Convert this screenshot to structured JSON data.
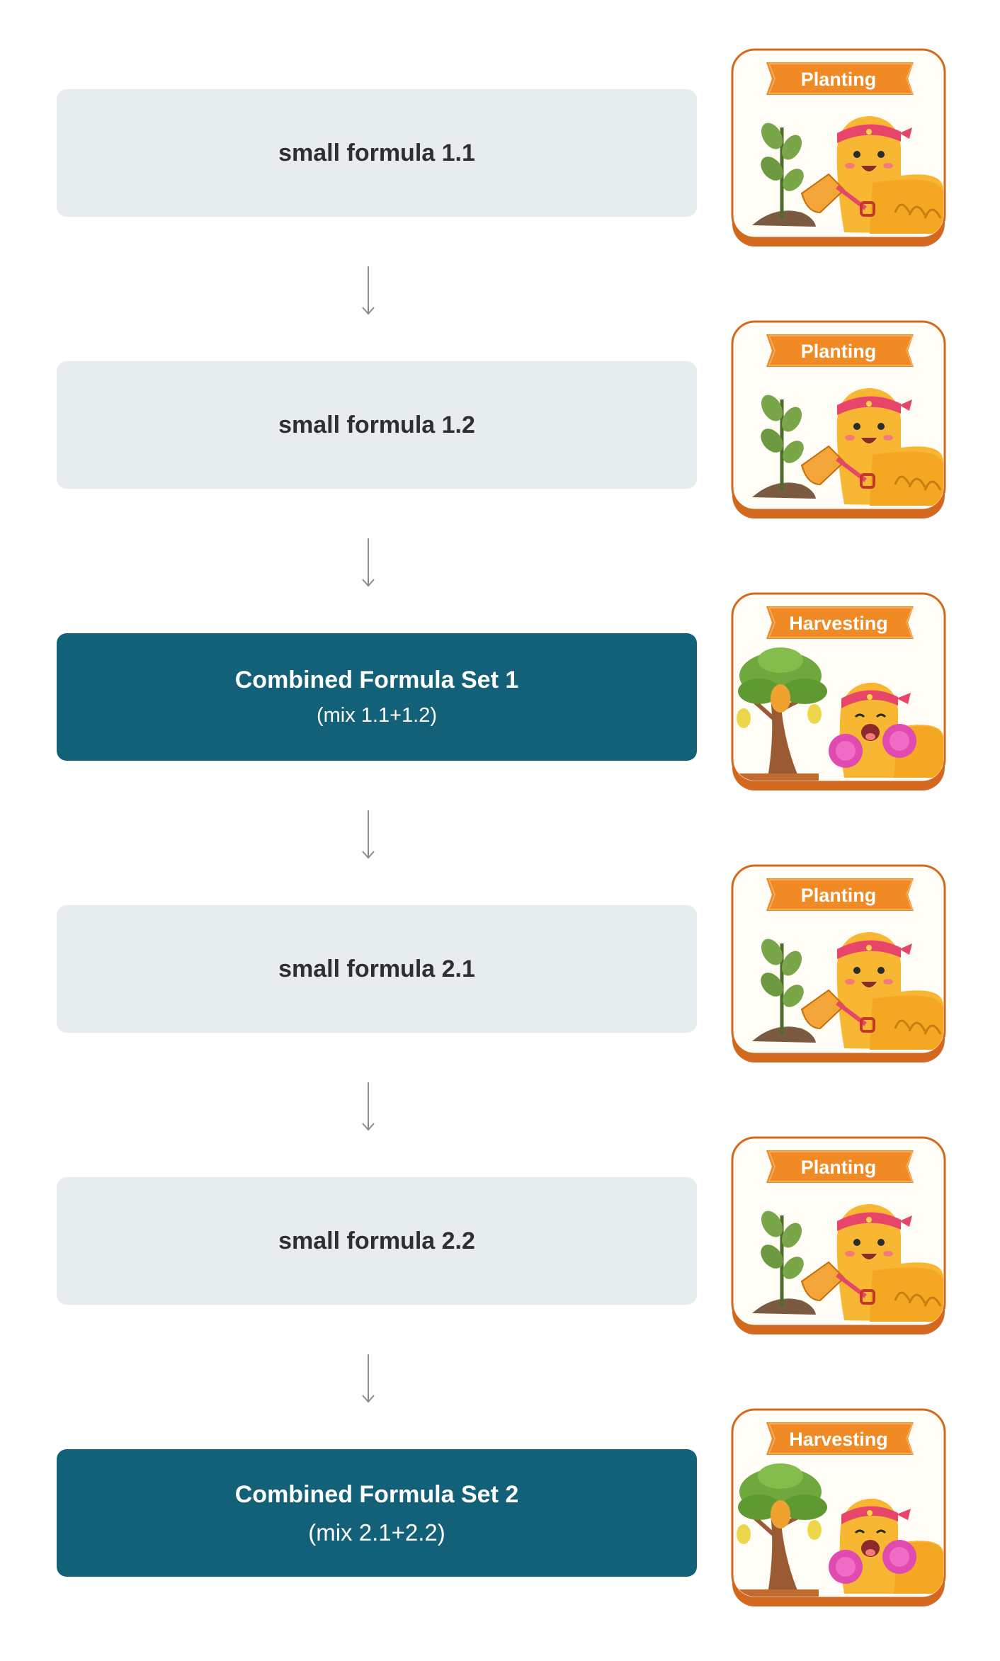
{
  "steps": [
    {
      "type": "small",
      "title": "small formula 1.1",
      "card": {
        "label": "Planting",
        "kind": "planting"
      }
    },
    {
      "type": "small",
      "title": "small formula 1.2",
      "card": {
        "label": "Planting",
        "kind": "planting"
      }
    },
    {
      "type": "combined",
      "title": "Combined Formula Set 1",
      "subtitle": "(mix 1.1+1.2)",
      "card": {
        "label": "Harvesting",
        "kind": "harvesting"
      }
    },
    {
      "type": "small",
      "title": "small formula 2.1",
      "card": {
        "label": "Planting",
        "kind": "planting"
      }
    },
    {
      "type": "small",
      "title": "small formula 2.2",
      "card": {
        "label": "Planting",
        "kind": "planting"
      }
    },
    {
      "type": "combined",
      "title": "Combined Formula Set 2",
      "subtitle": "(mix 2.1+2.2)",
      "card": {
        "label": "Harvesting",
        "kind": "harvesting"
      }
    }
  ],
  "colors": {
    "small_box": "#e7edee",
    "combined_box": "#136178",
    "banner": "#f08a24",
    "card_border": "#d2691e",
    "arrow": "#8a8a8a"
  }
}
